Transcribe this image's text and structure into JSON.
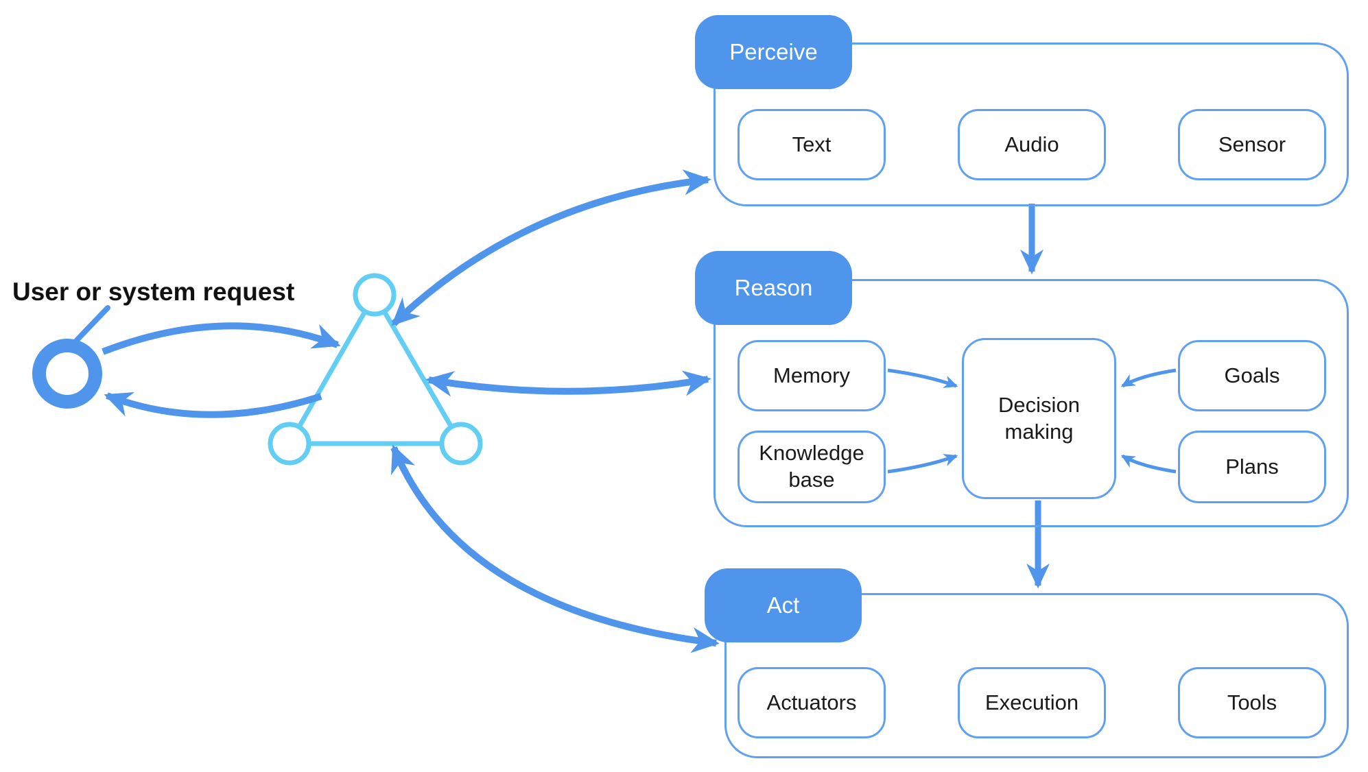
{
  "user_request_label": "User or system request",
  "perceive": {
    "tab": "Perceive",
    "items": [
      "Text",
      "Audio",
      "Sensor"
    ]
  },
  "reason": {
    "tab": "Reason",
    "memory": "Memory",
    "knowledge_base": "Knowledge base",
    "decision_making": "Decision making",
    "goals": "Goals",
    "plans": "Plans"
  },
  "act": {
    "tab": "Act",
    "items": [
      "Actuators",
      "Execution",
      "Tools"
    ]
  },
  "colors": {
    "primary_blue": "#4E95EB",
    "outline_blue": "#5FA0F2",
    "triangle_cyan": "#62CEF4",
    "label_text": "#1a1a1a",
    "background": "#ffffff"
  }
}
